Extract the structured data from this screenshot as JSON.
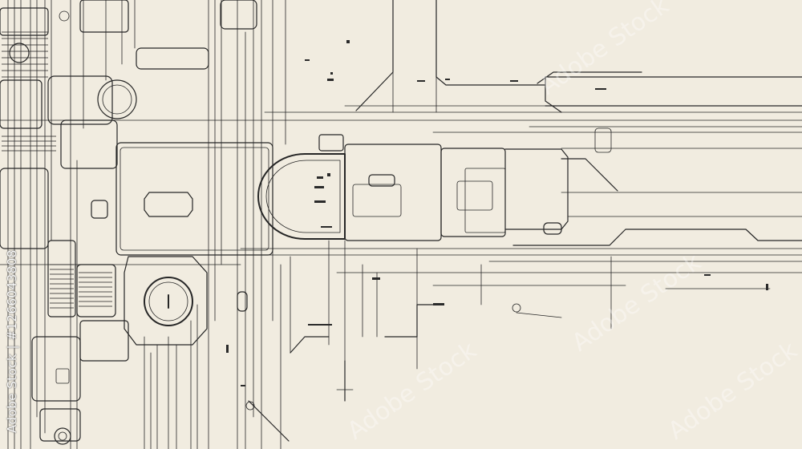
{
  "watermark": {
    "side_text": "Adobe Stock | #1266043808",
    "repeat_text": "Adobe Stock"
  },
  "artwork": {
    "subject": "technical schematic line drawing",
    "colors": {
      "paper": "#f1ece0",
      "ink": "#262626"
    }
  }
}
